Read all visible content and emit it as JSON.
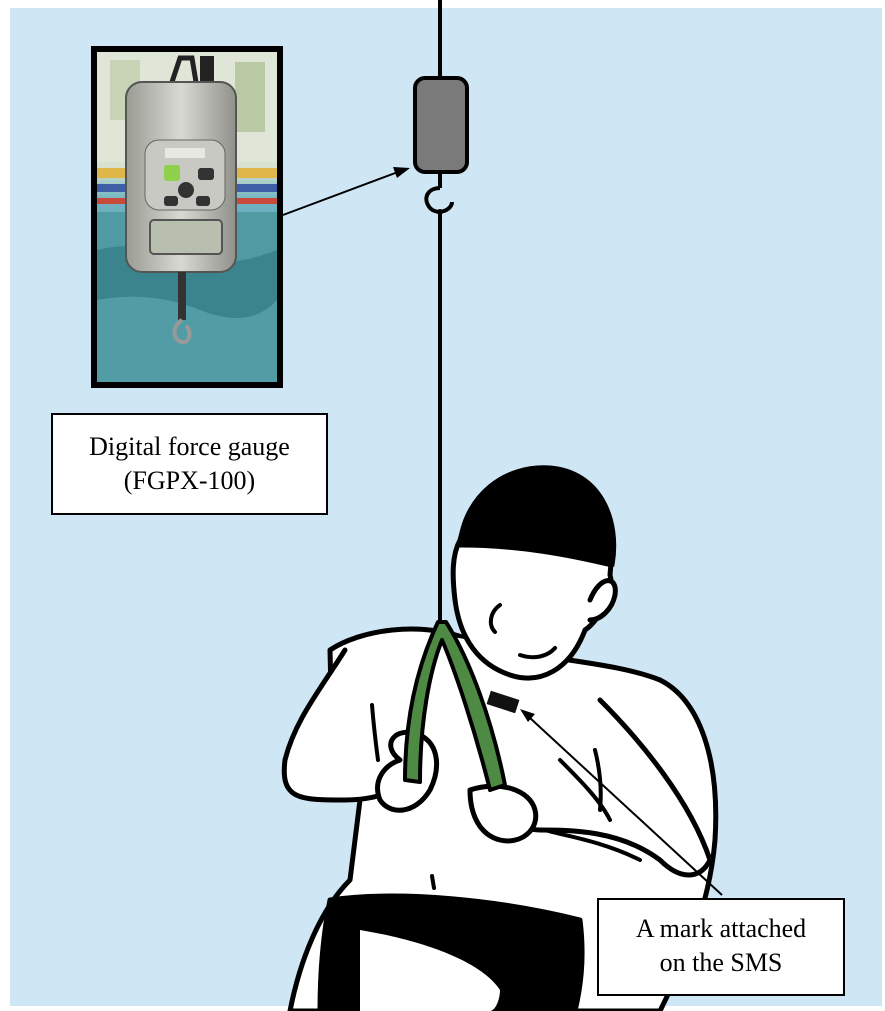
{
  "labels": {
    "gauge_line1": "Digital  force gauge",
    "gauge_line2": "(FGPX-100)",
    "sms_line1": "A mark attached",
    "sms_line2": "on the SMS"
  },
  "colors": {
    "water": "#cfe6f5",
    "band": "#4f8a45",
    "gauge_body": "#7a7a7a",
    "outline": "#000000"
  },
  "icons": {
    "gauge_photo": "digital-force-gauge-photo",
    "swimmer": "swimmer-figure"
  }
}
